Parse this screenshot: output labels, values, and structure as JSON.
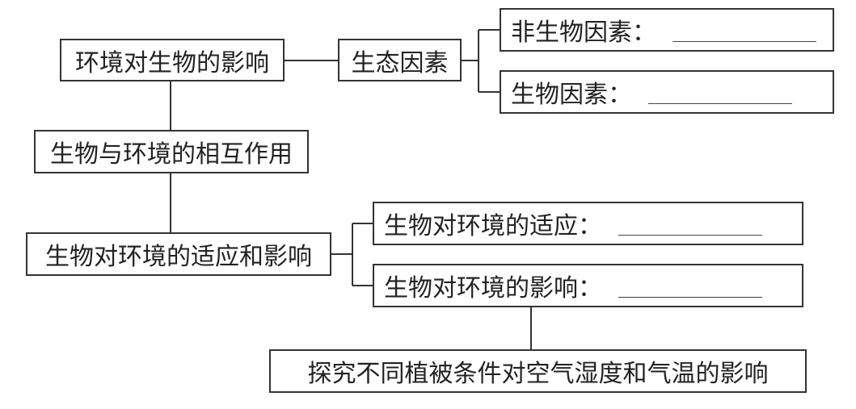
{
  "nodes": {
    "root": "环境对生物的影响",
    "eco_factors": "生态因素",
    "abiotic": "非生物因素：",
    "biotic": "生物因素：",
    "interaction": "生物与环境的相互作用",
    "adapt_and_influence": "生物对环境的适应和影响",
    "adaptation": "生物对环境的适应：",
    "influence": "生物对环境的影响：",
    "experiment": "探究不同植被条件对空气湿度和气温的影响"
  },
  "blanks": {
    "abiotic": "",
    "biotic": "",
    "adaptation": "",
    "influence": ""
  }
}
